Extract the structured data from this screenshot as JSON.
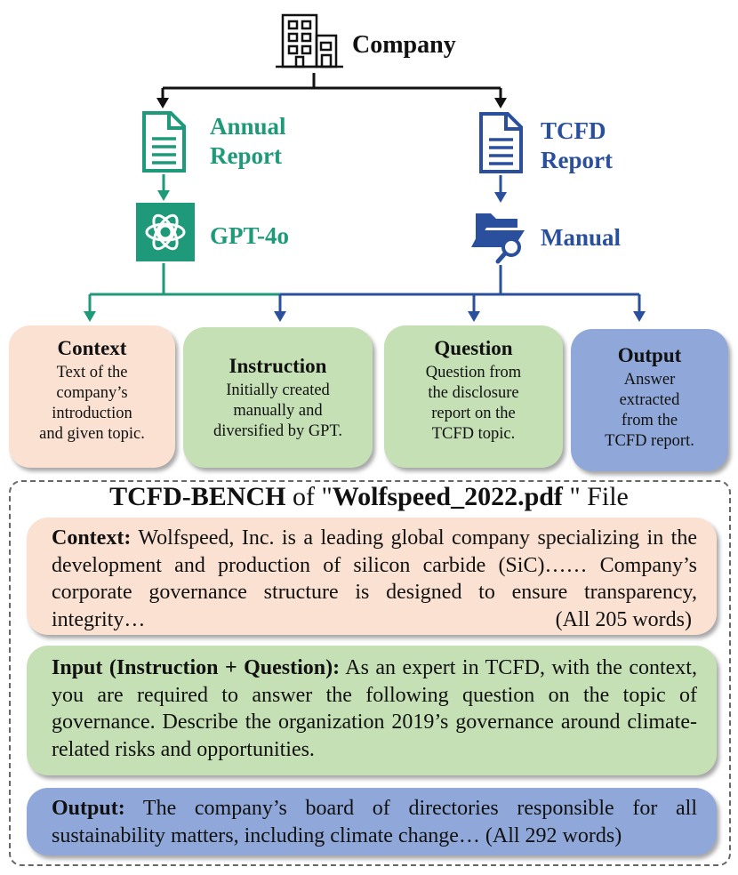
{
  "flow": {
    "company": "Company",
    "annual_report": [
      "Annual",
      "Report"
    ],
    "tcfd_report": [
      "TCFD",
      "Report"
    ],
    "gpt": "GPT-4o",
    "manual": "Manual"
  },
  "cards": [
    {
      "title": "Context",
      "body": "Text of the\ncompany’s\nintroduction\nand given topic."
    },
    {
      "title": "Instruction",
      "body": "Initially created\nmanually and\ndiversified by GPT."
    },
    {
      "title": "Question",
      "body": "Question from\nthe  disclosure\nreport on the\nTCFD topic."
    },
    {
      "title": "Output",
      "body": "Answer\nextracted\nfrom the\nTCFD report."
    }
  ],
  "bench": {
    "title_bold": "TCFD-BENCH",
    "title_of": " of \"",
    "title_file": "Wolfspeed_2022.pdf",
    "title_end": " \" File",
    "context": {
      "label": "Context:",
      "text": " Wolfspeed, Inc. is a leading global company specializing in the development and production of silicon carbide (SiC)…… Company’s corporate governance structure is designed to ensure transparency, integrity…",
      "count": "(All 205 words)"
    },
    "input": {
      "label": "Input (Instruction + Question):",
      "text": " As an expert in TCFD, with the context, you are required to answer the following question on the topic of governance. Describe the organization 2019’s governance around climate-related risks and opportunities."
    },
    "output": {
      "label": "Output:",
      "text": " The company’s board of directories responsible for all sustainability matters, including climate change… (All 292 words)"
    }
  },
  "colors": {
    "green": "#1e9a7a",
    "blue": "#2a4f9c",
    "peach": "#fbe1d2",
    "light_green": "#c5e0b5",
    "light_blue": "#8fa8d9"
  }
}
